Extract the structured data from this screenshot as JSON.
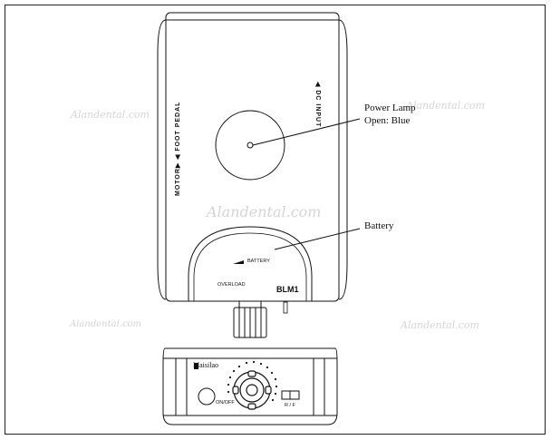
{
  "labels": {
    "power_lamp": "Power Lamp",
    "power_lamp_sub": "Open: Blue",
    "battery": "Battery"
  },
  "device": {
    "motor_port": "MOTOR▶",
    "foot_pedal_port": "◀ FOOT PEDAL",
    "dc_input_port": "◀ DC INPUT",
    "battery_indicator": "BATTERY",
    "overload_label": "OVERLOAD",
    "model": "BLM1",
    "brand": "Maisilao",
    "onoff_label": "ON/OFF",
    "rf_label": "R / F"
  },
  "watermark_text": "Alandental.com",
  "colors": {
    "line": "#111111",
    "watermark": "#d4d4d4",
    "background": "#ffffff"
  }
}
